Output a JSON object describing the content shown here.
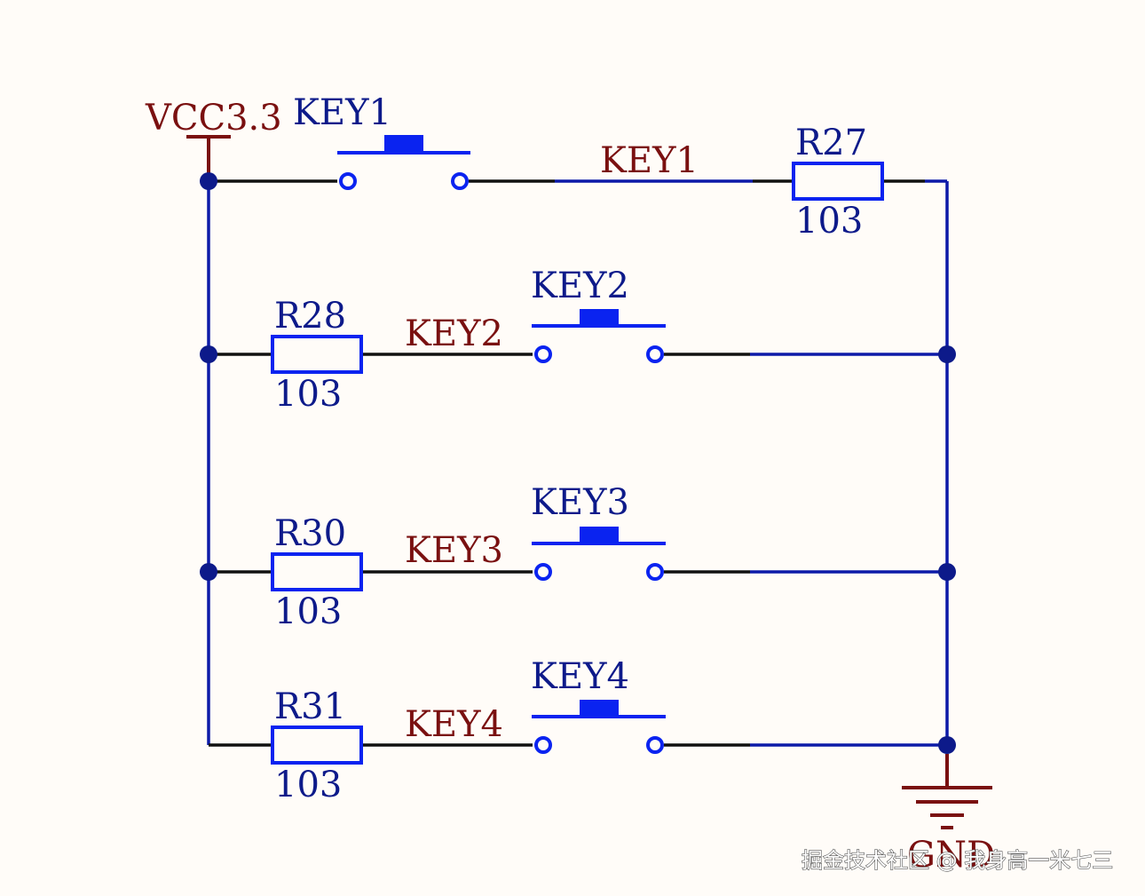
{
  "power": {
    "label": "VCC3.3"
  },
  "ground": {
    "label": "GND"
  },
  "rows": [
    {
      "key_ref": "KEY1",
      "net": "KEY1",
      "res_ref": "R27",
      "res_val": "103"
    },
    {
      "key_ref": "KEY2",
      "net": "KEY2",
      "res_ref": "R28",
      "res_val": "103"
    },
    {
      "key_ref": "KEY3",
      "net": "KEY3",
      "res_ref": "R30",
      "res_val": "103"
    },
    {
      "key_ref": "KEY4",
      "net": "KEY4",
      "res_ref": "R31",
      "res_val": "103"
    }
  ],
  "watermark": "掘金技术社区 @ 我身高一米七三",
  "colors": {
    "wire": "#0d1aa8",
    "component": "#0a23f0",
    "net_label": "#7a1010",
    "background": "#fffcf8"
  }
}
